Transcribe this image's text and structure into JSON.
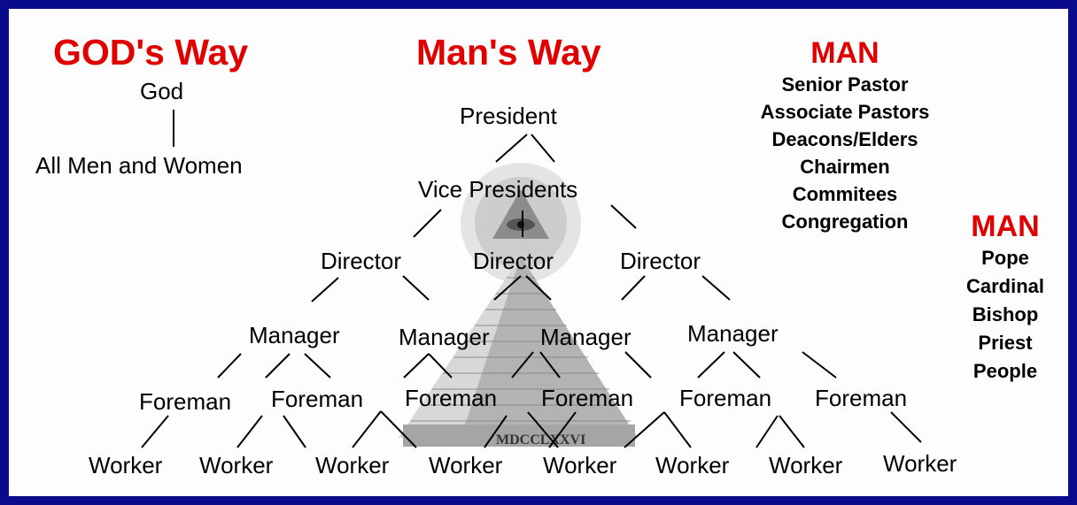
{
  "headings": {
    "gods_way": "GOD's Way",
    "mans_way": "Man's Way"
  },
  "gods_way": {
    "top": "God",
    "bottom": "All Men and Women"
  },
  "hierarchy": {
    "president": "President",
    "vice_presidents": "Vice Presidents",
    "directors": [
      "Director",
      "Director",
      "Director"
    ],
    "managers": [
      "Manager",
      "Manager",
      "Manager",
      "Manager"
    ],
    "foremen": [
      "Foreman",
      "Foreman",
      "Foreman",
      "Foreman",
      "Foreman",
      "Foreman"
    ],
    "workers": [
      "Worker",
      "Worker",
      "Worker",
      "Worker",
      "Worker",
      "Worker",
      "Worker",
      "Worker"
    ]
  },
  "church_list": {
    "title": "MAN",
    "items": [
      "Senior Pastor",
      "Associate Pastors",
      "Deacons/Elders",
      "Chairmen",
      "Commitees",
      "Congregation"
    ]
  },
  "catholic_list": {
    "title": "MAN",
    "items": [
      "Pope",
      "Cardinal",
      "Bishop",
      "Priest",
      "People"
    ]
  },
  "pyramid_inscription": "MDCCLXXVI",
  "colors": {
    "border": "#0a0a8c",
    "heading": "#e00000",
    "text": "#000000"
  }
}
